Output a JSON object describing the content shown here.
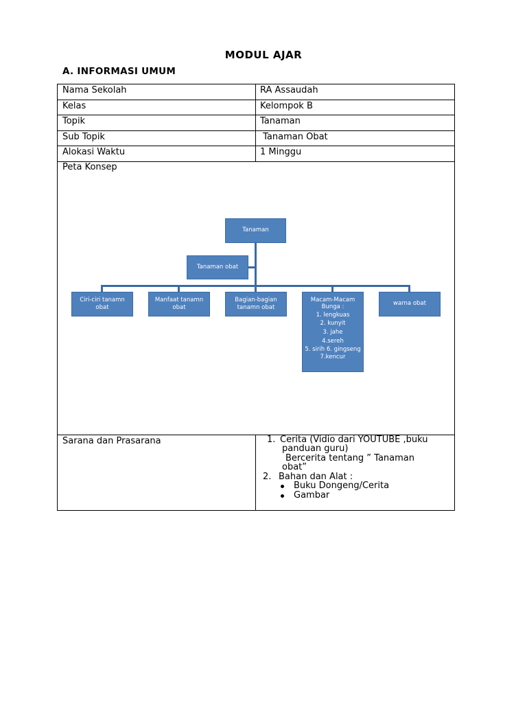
{
  "header": {
    "title": "MODUL AJAR",
    "section": "A. INFORMASI UMUM"
  },
  "info_rows": [
    {
      "label": "Nama Sekolah",
      "value": "RA Assaudah"
    },
    {
      "label": "Kelas",
      "value": "Kelompok B"
    },
    {
      "label": "Topik",
      "value": "Tanaman"
    },
    {
      "label": "Sub Topik",
      "value": " Tanaman Obat"
    },
    {
      "label": "Alokasi Waktu",
      "value": "1 Minggu"
    }
  ],
  "peta": {
    "label": "Peta Konsep",
    "root": "Tanaman",
    "sub": "Tanaman obat",
    "branches": {
      "ciri_line1": "Ciri-ciri  tanamn",
      "ciri_line2": "obat",
      "manfaat_line1": "Manfaat tanamn",
      "manfaat_line2": "obat",
      "bagian_line1": "Bagian-bagian",
      "bagian_line2": "tanamn obat",
      "macam_title1": "Macam-Macam",
      "macam_title2": "Bunga :",
      "macam_items": [
        "1. lengkuas",
        "2. kunyit",
        "3. jahe",
        "4.sereh",
        "5. sirih 6. gingseng",
        "7.kencur"
      ],
      "warna": "warna obat"
    },
    "colors": {
      "box": "#4f81bd",
      "line": "#3a6aa3"
    }
  },
  "sarana": {
    "label": "Sarana dan Prasarana",
    "item1_num": "1.",
    "item1_line1": "Cerita (Vidio dari YOUTUBE ,buku",
    "item1_line2": "panduan guru)",
    "item1_line3": "Bercerita tentang ” Tanaman",
    "item1_line4": "obat”",
    "item2_num": "2.",
    "item2_line1": "Bahan dan Alat :",
    "bullets": [
      "Buku Dongeng/Cerita",
      "Gambar"
    ]
  }
}
